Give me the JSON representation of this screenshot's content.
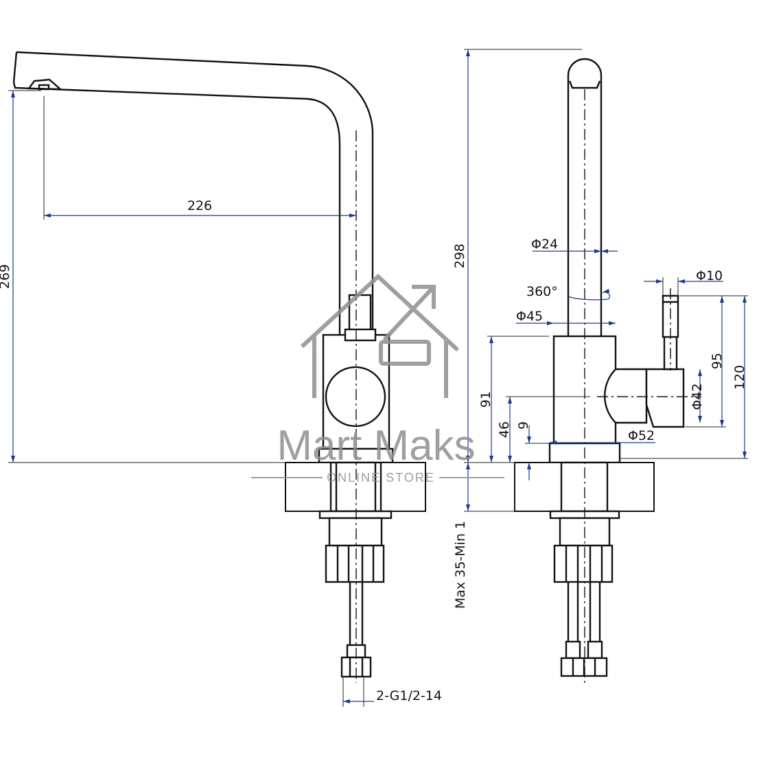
{
  "dimensions": {
    "spout_reach": "226",
    "spout_height": "269",
    "total_height": "298",
    "spout_diameter": "Φ24",
    "rotation": "360°",
    "body_diameter": "Φ45",
    "handle_diameter": "Φ10",
    "handle_height_95": "95",
    "handle_height_120": "120",
    "body_height_91": "91",
    "lever_axis_height": "46",
    "base_height": "9",
    "cartridge_diameter": "Φ42",
    "base_diameter": "Φ52",
    "countertop_thickness": "Max 35-Min 1",
    "connection_thread": "2-G1/2-14"
  },
  "watermark": {
    "brand": "Mart Maks",
    "tagline": "ONLINE STORE"
  },
  "colors": {
    "line": "#111111",
    "dimension": "#1d3a8a",
    "watermark": "#8f8f8f"
  }
}
